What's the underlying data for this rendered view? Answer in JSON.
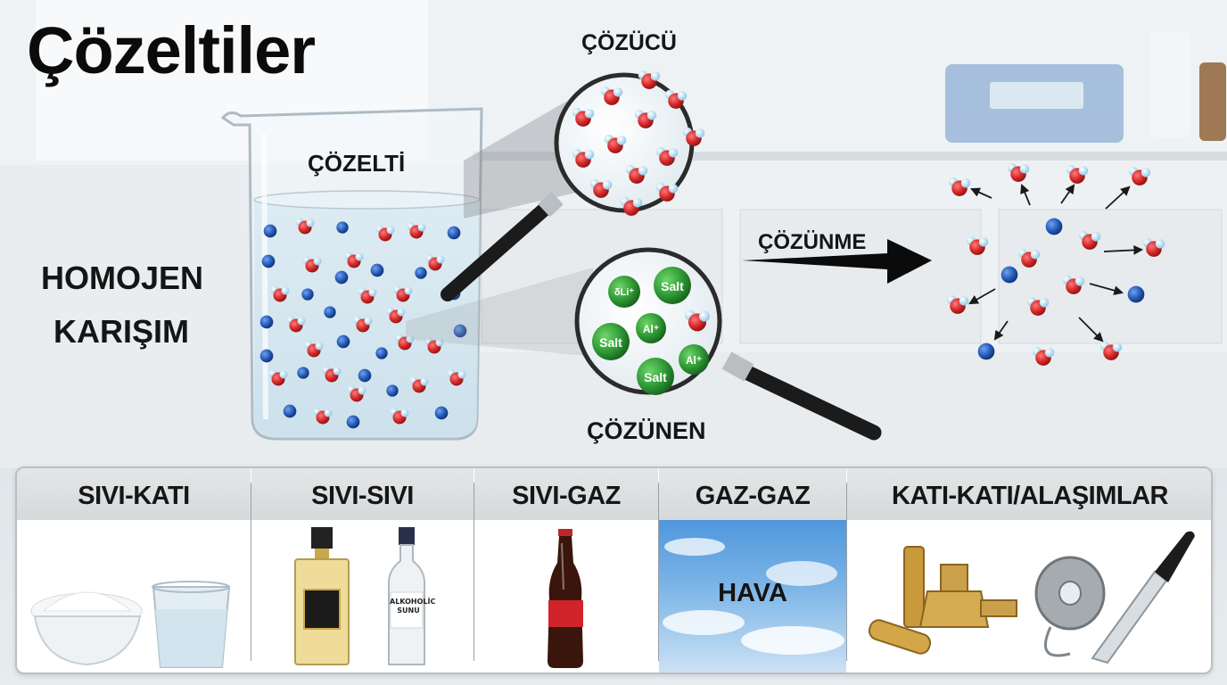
{
  "title": "Çözeltiler",
  "labels": {
    "solution": "ÇÖZELTİ",
    "solvent": "ÇÖZÜCÜ",
    "solute": "ÇÖZÜNEN",
    "dissolution": "ÇÖZÜNME",
    "homogeneous_line1": "HOMOJEN",
    "homogeneous_line2": "KARIŞIM"
  },
  "solute_particles": [
    "Salt",
    "Al⁺",
    "Salt",
    "Al⁺",
    "Salt",
    "δLi⁺"
  ],
  "categories": [
    {
      "name": "SIVI-KATI"
    },
    {
      "name": "SIVI-SIVI",
      "bottle_label": "ALKOHOLİC SUNU"
    },
    {
      "name": "SIVI-GAZ"
    },
    {
      "name": "GAZ-GAZ",
      "text": "HAVA"
    },
    {
      "name": "KATI-KATI/ALAŞIMLAR"
    }
  ],
  "colors": {
    "oxygen": "#d62a2a",
    "hydrogen": "#9fd3ee",
    "ion_blue": "#2459b5",
    "solute_green": "#2f9a35"
  }
}
